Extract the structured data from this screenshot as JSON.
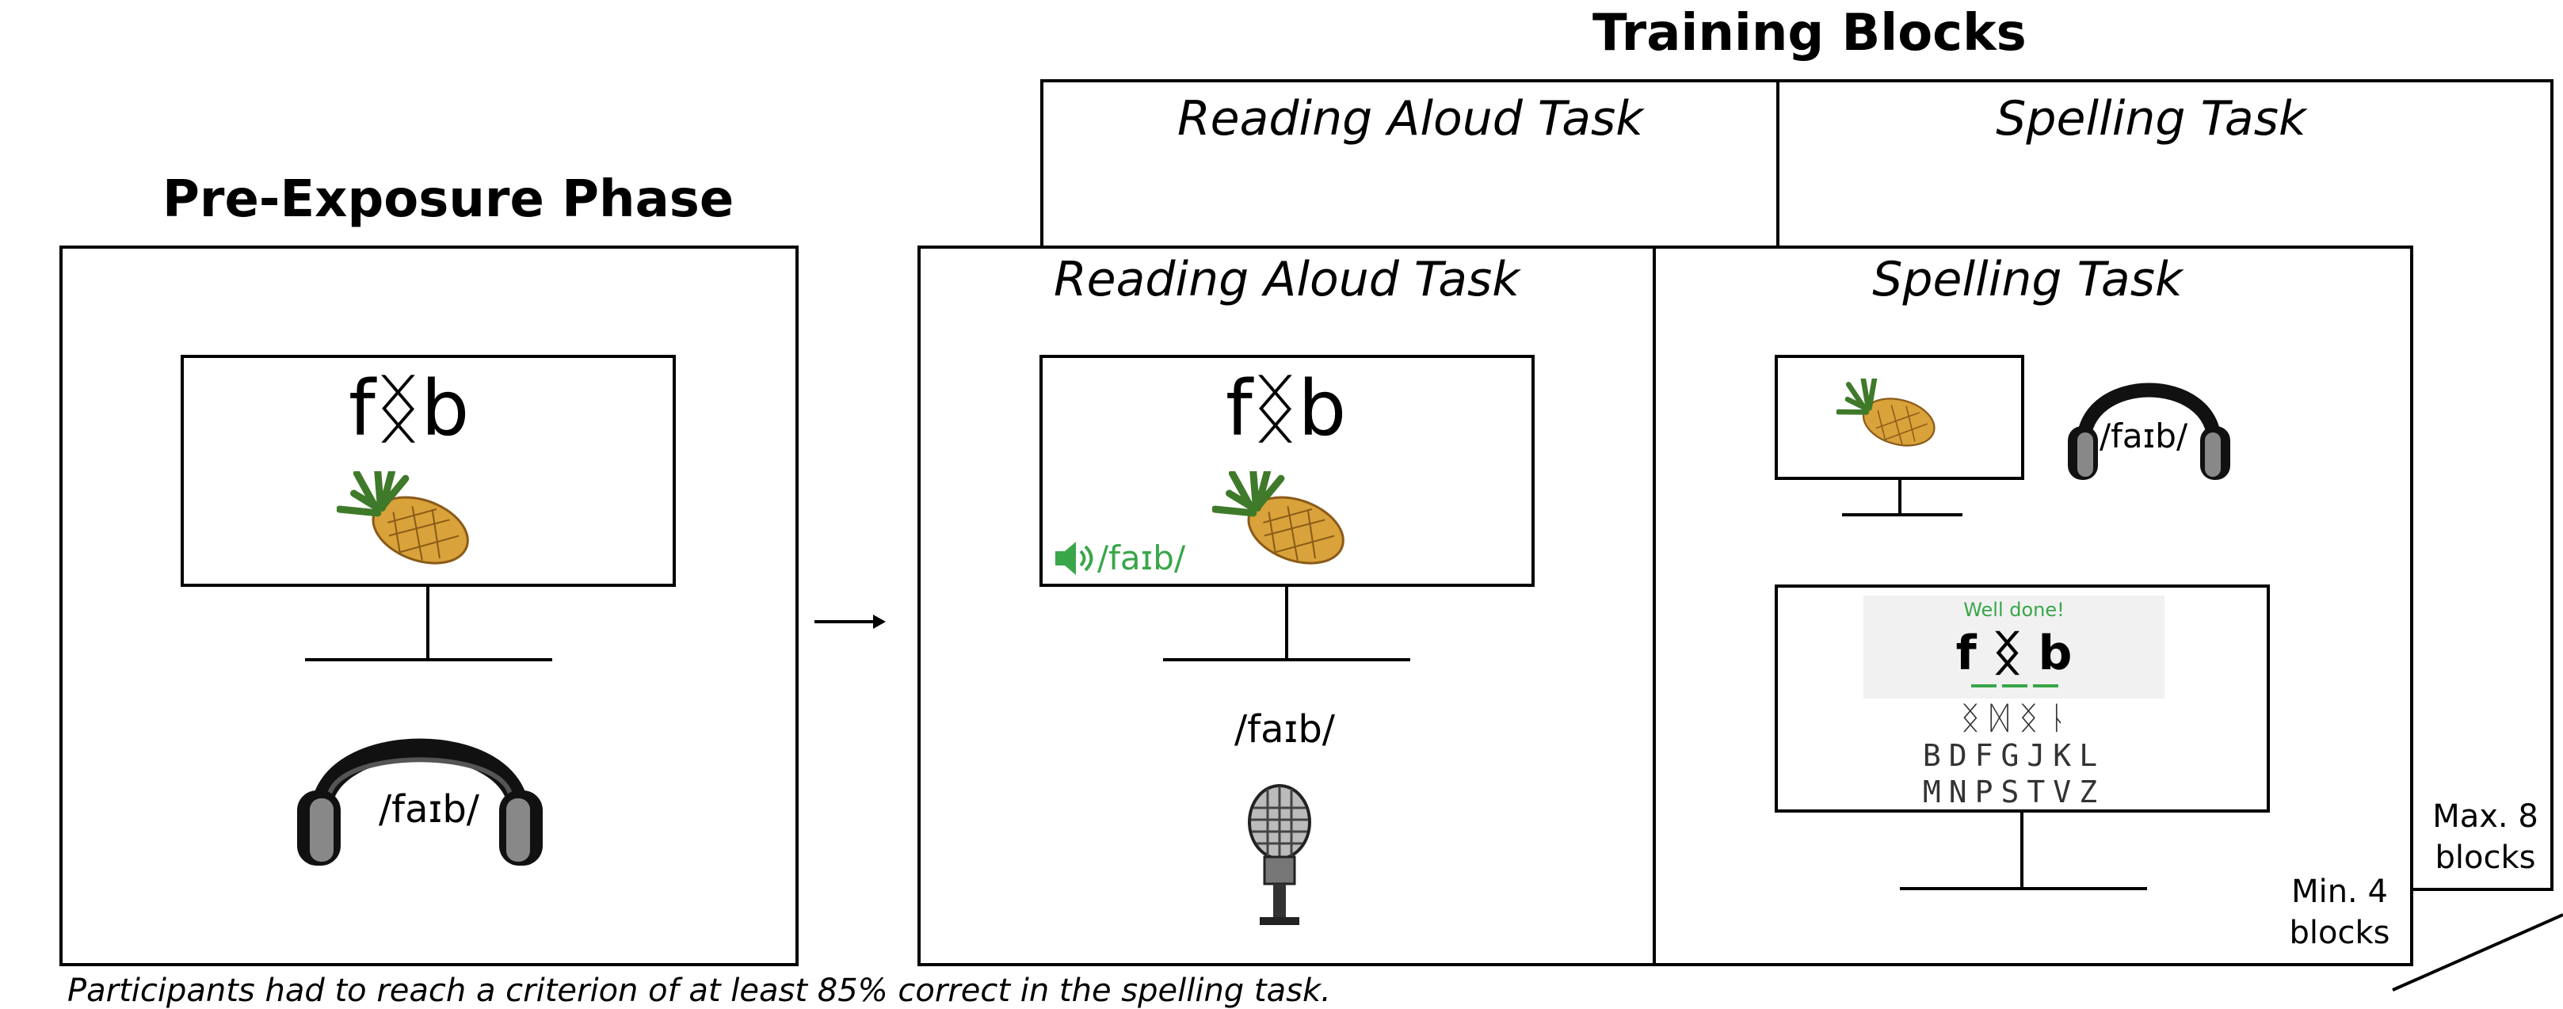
{
  "titles": {
    "training": "Training Blocks",
    "pre_exposure": "Pre-Exposure Phase"
  },
  "tasks": {
    "reading_aloud": "Reading Aloud Task",
    "spelling": "Spelling Task"
  },
  "stimulus": {
    "pseudoword_prefix": "f",
    "pseudoword_symbol": "ᛝ",
    "pseudoword_suffix": "b",
    "pronunciation": "/faɪb/"
  },
  "feedback": {
    "well_done": "Well done!",
    "symbol_keys": "ᛝ ᛞ ᛝ ᚿ",
    "letters_row1": "BDFGJKL",
    "letters_row2": "MNPSTVZ"
  },
  "block_counts": {
    "max_line1": "Max. 8",
    "max_line2": "blocks",
    "min_line1": "Min. 4",
    "min_line2": "blocks"
  },
  "caption": "Participants had to reach a criterion of at least 85% correct in the spelling task.",
  "colors": {
    "feedback_green": "#3aa64a",
    "pineapple_body": "#d9a23a",
    "pineapple_leaves": "#3f7a2a"
  }
}
